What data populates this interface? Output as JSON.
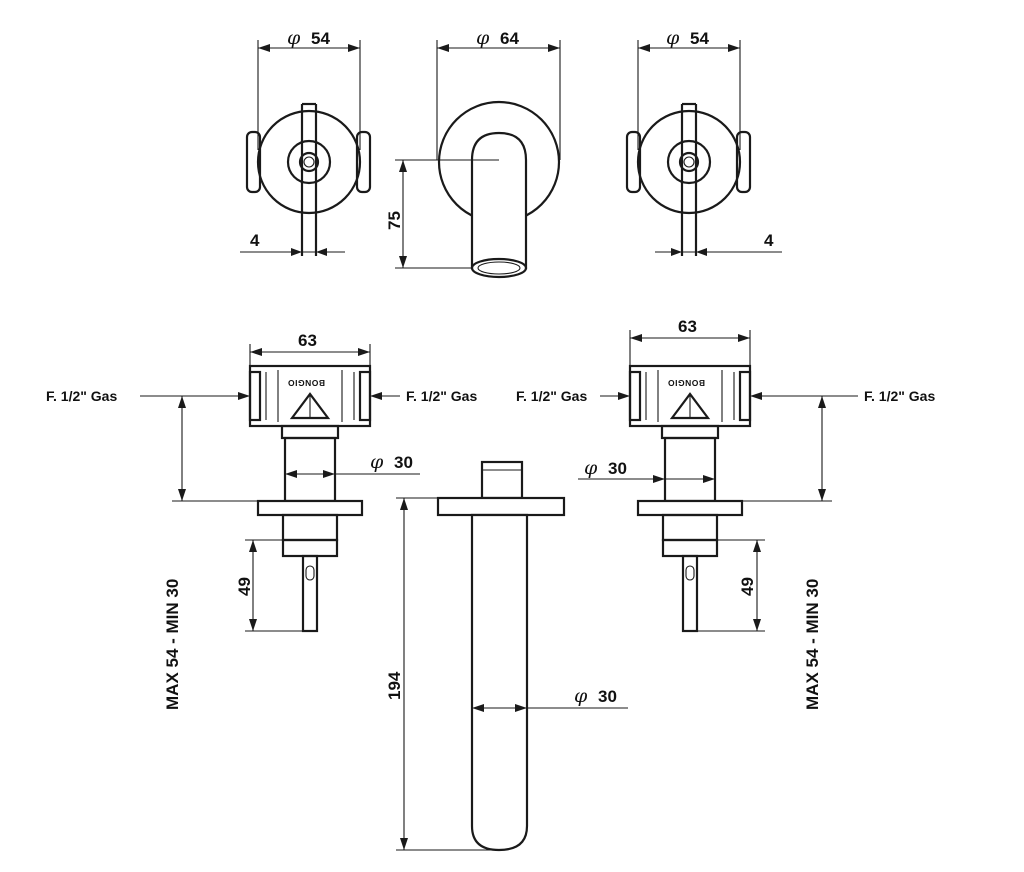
{
  "dimensions": {
    "left_handle_diameter": "54",
    "spout_flange_diameter": "64",
    "right_handle_diameter": "54",
    "spout_height": "75",
    "left_lever_width": "4",
    "right_lever_width": "4",
    "left_body_width": "63",
    "right_body_width": "63",
    "left_stem_diameter": "30",
    "right_stem_diameter": "30",
    "spout_diameter": "30",
    "left_stem_length": "49",
    "right_stem_length": "49",
    "spout_length": "194",
    "left_wall_depth": "MAX 54 - MIN 30",
    "right_wall_depth": "MAX 54 - MIN 30"
  },
  "connections": {
    "left_inlet_left": "F. 1/2\" Gas",
    "left_inlet_right": "F. 1/2\" Gas",
    "right_inlet_left": "F. 1/2\" Gas",
    "right_inlet_right": "F. 1/2\" Gas"
  },
  "brand": {
    "left_body": "BONGIO",
    "right_body": "BONGIO"
  },
  "symbols": {
    "diameter": "φ"
  }
}
